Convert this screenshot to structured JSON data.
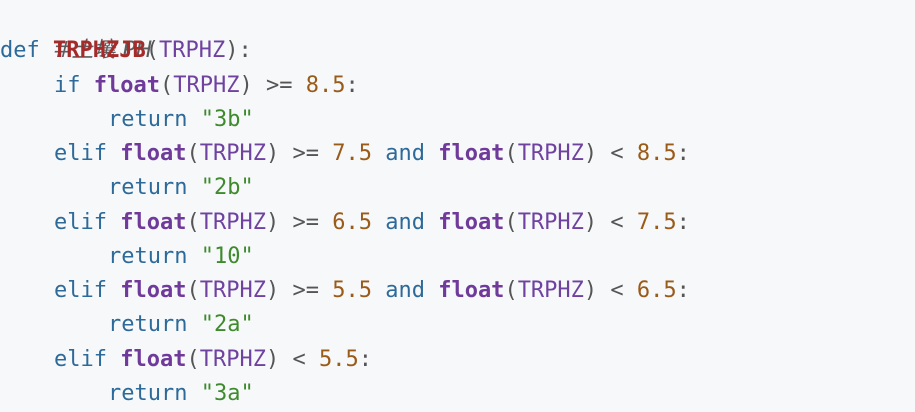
{
  "code": {
    "comment": "#土壤 PH",
    "def_kw": "def",
    "func_name": "TRPHZJB",
    "param": "TRPHZ",
    "kw_if": "if",
    "kw_elif": "elif",
    "kw_return": "return",
    "kw_and": "and",
    "builtin": "float",
    "ops": {
      "ge": ">=",
      "lt": "<"
    },
    "thresholds": [
      "8.5",
      "7.5",
      "6.5",
      "5.5"
    ],
    "returns": [
      "\"3b\"",
      "\"2b\"",
      "\"10\"",
      "\"2a\"",
      "\"3a\""
    ]
  }
}
